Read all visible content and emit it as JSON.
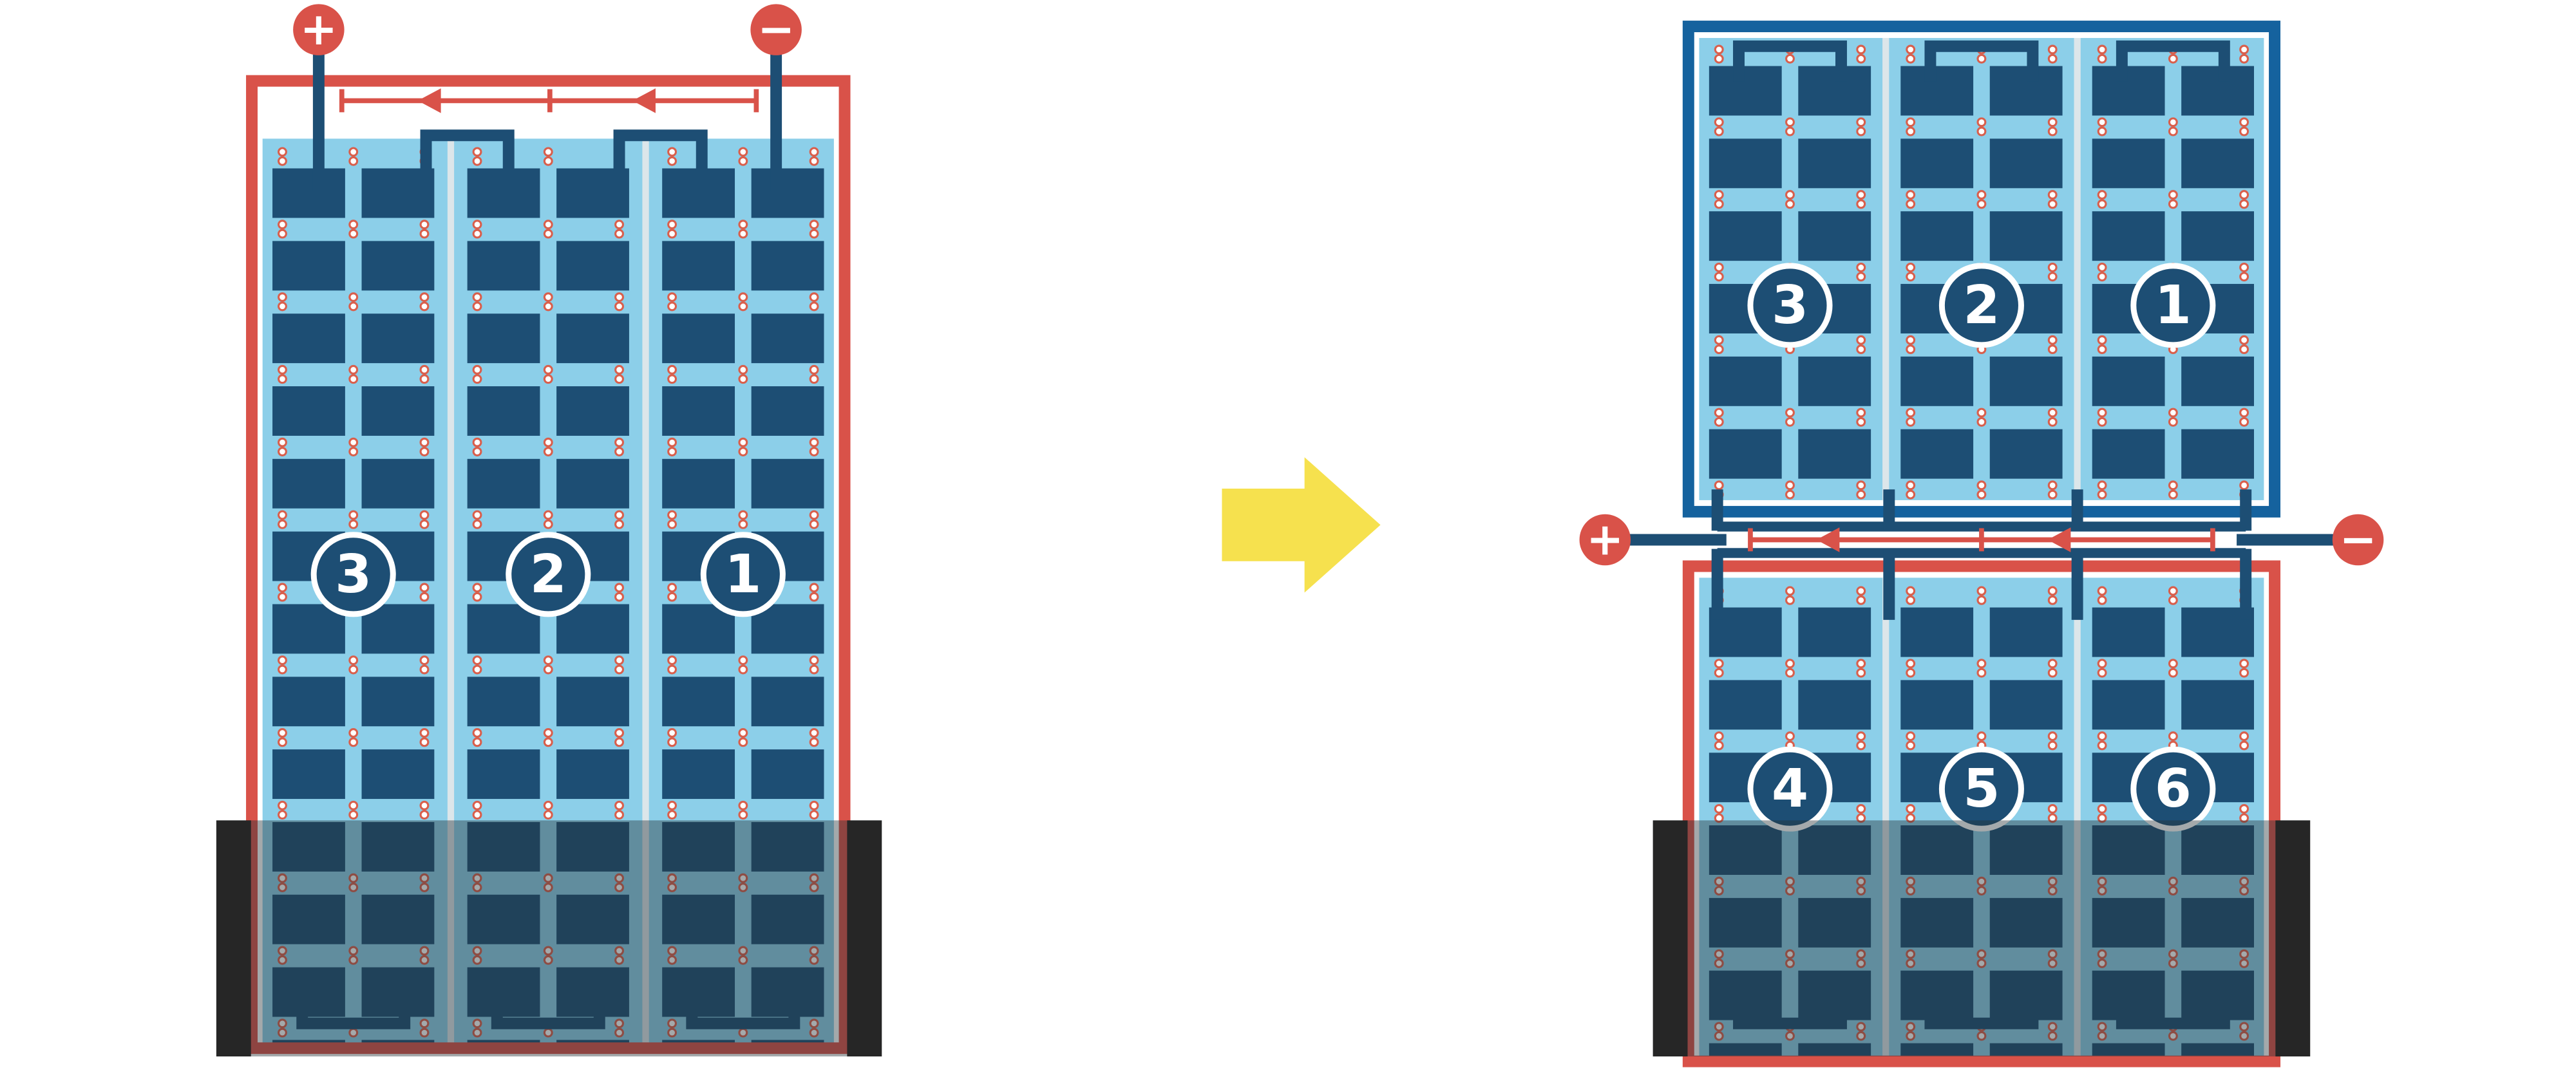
{
  "left_module": {
    "positive_terminal": "+",
    "negative_terminal": "−",
    "cell_strings": [
      "3",
      "2",
      "1"
    ]
  },
  "transform_arrow": {
    "icon": "arrow-right-icon"
  },
  "right_module": {
    "positive_terminal": "+",
    "negative_terminal": "−",
    "top_half_strings": [
      "3",
      "2",
      "1"
    ],
    "bottom_half_strings": [
      "4",
      "5",
      "6"
    ]
  },
  "colors": {
    "wire_navy": "#1d4e74",
    "cell_light_blue": "#8ccfe9",
    "accent_red": "#d95249",
    "half_panel_blue_border": "#15629e",
    "shade_overlay": "rgba(38,50,56,0.42)",
    "shade_end_bar": "#262626",
    "arrow_yellow": "#f6e14e",
    "solder_dot_stroke": "#d95f4c"
  }
}
